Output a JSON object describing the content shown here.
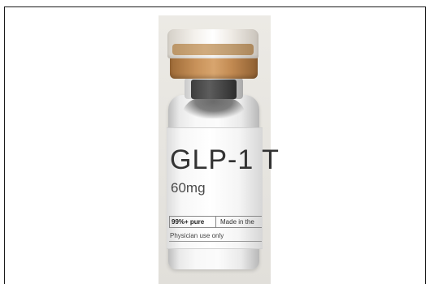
{
  "vial": {
    "title": "GLP-1 T",
    "dose": "60mg",
    "purity": "99%+ pure",
    "origin": "Made in the",
    "use_note": "Physician use only"
  },
  "colors": {
    "cap": "#c8925a",
    "background": "#e6e4df",
    "frame": "#1a1a1a"
  }
}
